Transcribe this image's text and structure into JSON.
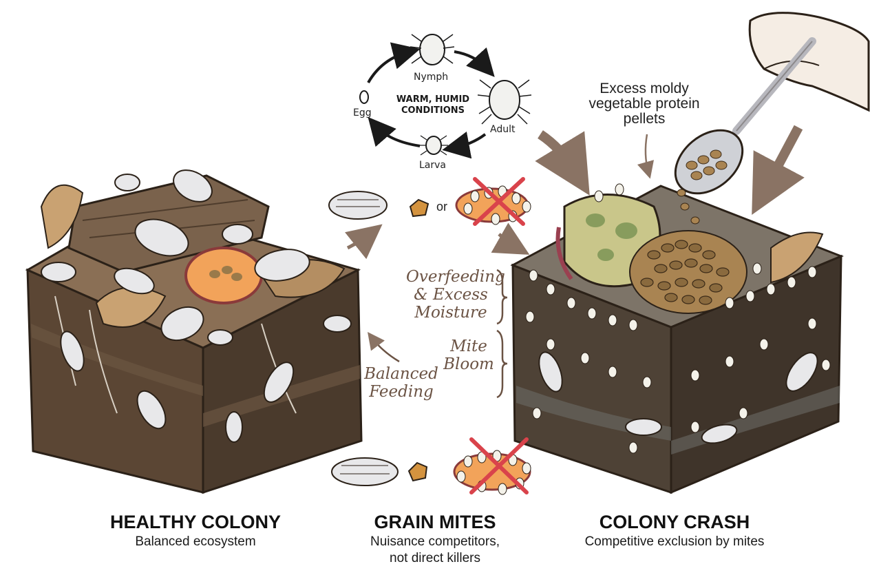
{
  "life_cycle": {
    "stages": {
      "nymph": "Nymph",
      "adult": "Adult",
      "larva": "Larva",
      "egg": "Egg"
    },
    "conditions_line1": "WARM, HUMID",
    "conditions_line2": "CONDITIONS"
  },
  "annotations": {
    "excess_food_line1": "Excess moldy",
    "excess_food_line2": "vegetable protein",
    "excess_food_line3": "pellets",
    "or_label": "or",
    "overfeeding_line1": "Overfeeding",
    "overfeeding_line2": "& Excess",
    "overfeeding_line3": "Moisture",
    "mite_bloom_line1": "Mite",
    "mite_bloom_line2": "Bloom",
    "balanced_line1": "Balanced",
    "balanced_line2": "Feeding"
  },
  "panels": {
    "healthy": {
      "title": "HEALTHY COLONY",
      "subtitle": "Balanced ecosystem"
    },
    "mites": {
      "title": "GRAIN MITES",
      "subtitle_line1": "Nuisance competitors,",
      "subtitle_line2": "not direct killers"
    },
    "crash": {
      "title": "COLONY CRASH",
      "subtitle": "Competitive exclusion by mites"
    }
  },
  "colors": {
    "soil_dark": "#4a3a2c",
    "soil_mid": "#6b5542",
    "soil_top": "#8a6f55",
    "isopod": "#e8e8ea",
    "leaf": "#c9a272",
    "sweet_potato": "#f2a35a",
    "mold": "#b9c27a",
    "pellet": "#a98452",
    "cross": "#d9434b",
    "handwriting": "#6b5344",
    "arrow": "#8a7364"
  }
}
